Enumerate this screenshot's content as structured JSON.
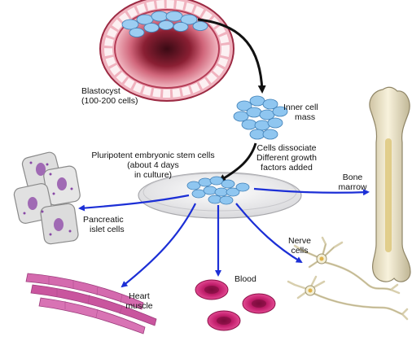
{
  "labels": {
    "blastocyst": [
      "Blastocyst",
      "(100-200 cells)"
    ],
    "inner_cell_mass": [
      "Inner cell",
      "mass"
    ],
    "pluripotent": [
      "Pluripotent embryonic stem cells",
      "(about 4 days",
      "in culture)"
    ],
    "dissociate": [
      "Cells dissociate",
      "Different growth",
      "factors added"
    ],
    "bone_marrow": [
      "Bone",
      "marrow"
    ],
    "pancreatic": [
      "Pancreatic",
      "islet cells"
    ],
    "nerve": [
      "Nerve",
      "cells"
    ],
    "blood": [
      "Blood"
    ],
    "heart": [
      "Heart",
      "muscle"
    ]
  },
  "colors": {
    "arrow_blue": "#1c2fd6",
    "stem_cell": "#8fc6f0",
    "blastocyst_wall": "#c24a63",
    "blood_cell": "#d3277a",
    "muscle": "#d15fa8",
    "bone": "#efe6c6",
    "islet": "#dcdcdc",
    "nerve": "#f3f0dc"
  }
}
